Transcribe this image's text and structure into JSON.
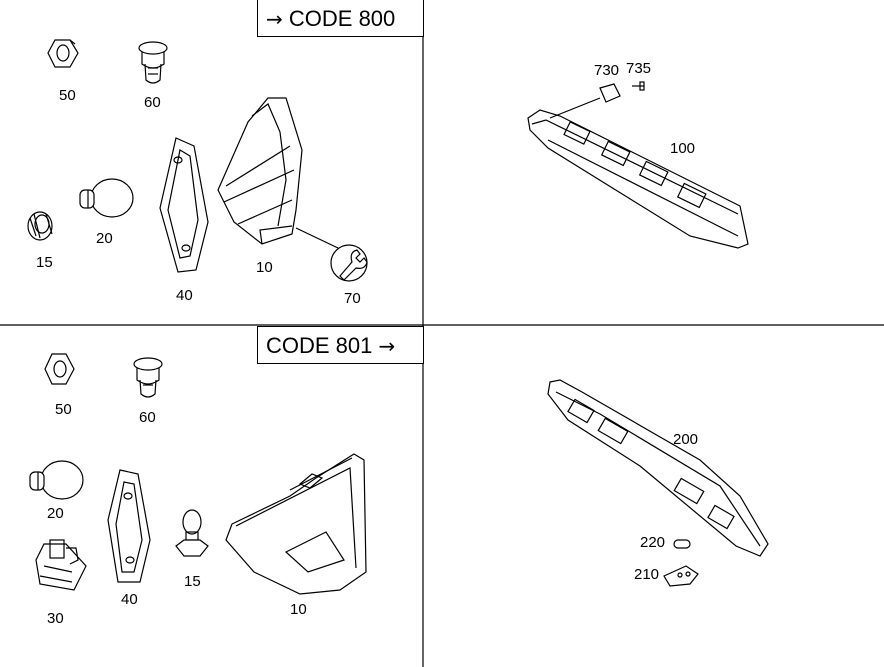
{
  "panels": {
    "top_left": {
      "code_label": "CODE 800",
      "code_arrow": "→",
      "parts": {
        "p50": "50",
        "p60": "60",
        "p20": "20",
        "p15": "15",
        "p40": "40",
        "p10": "10",
        "p70": "70"
      }
    },
    "top_right": {
      "parts": {
        "p730": "730",
        "p735": "735",
        "p100": "100"
      }
    },
    "bottom_left": {
      "code_label": "CODE 801",
      "code_arrow": "→",
      "parts": {
        "p50": "50",
        "p60": "60",
        "p20": "20",
        "p30": "30",
        "p40": "40",
        "p15": "15",
        "p10": "10"
      }
    },
    "bottom_right": {
      "parts": {
        "p200": "200",
        "p220": "220",
        "p210": "210"
      }
    }
  }
}
